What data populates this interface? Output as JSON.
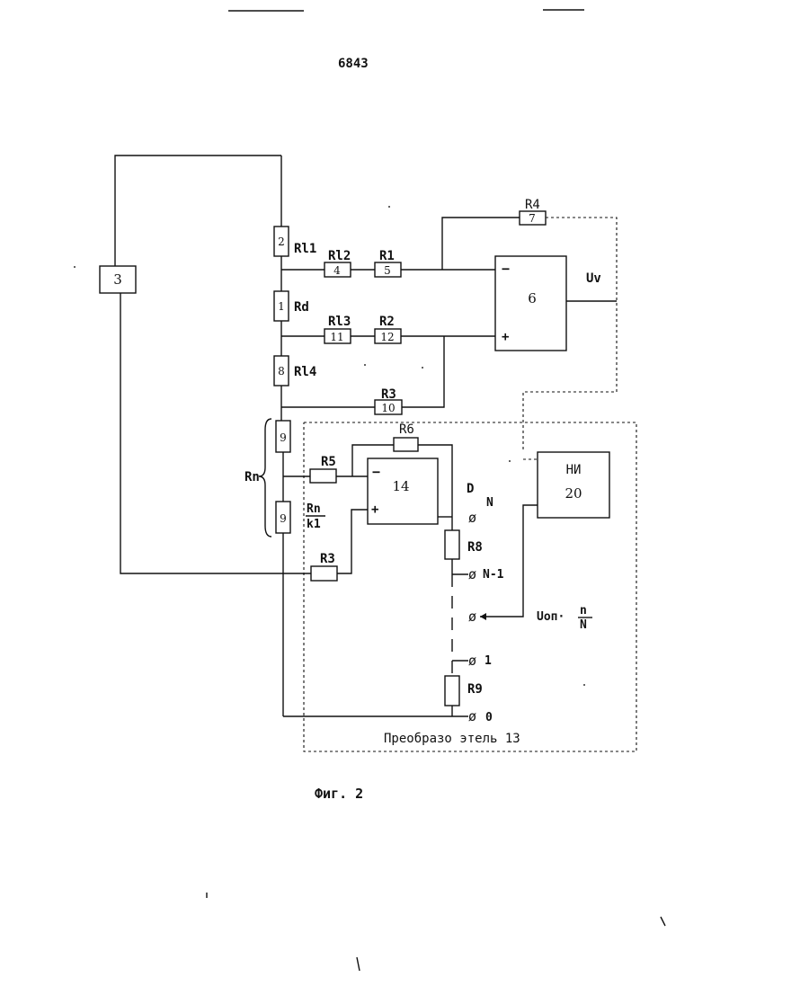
{
  "page": {
    "number": "6843"
  },
  "figure": {
    "caption": "Фиг. 2"
  },
  "blocks": {
    "b3": "3",
    "b6": "6",
    "b14": "14",
    "b20_top": "НИ",
    "b20_num": "20"
  },
  "resistors": {
    "r2": "2",
    "r1": "1",
    "r8": "8",
    "r4": "4",
    "r5": "5",
    "r11": "11",
    "r12": "12",
    "r10": "10",
    "r7": "7",
    "r9a": "9",
    "r9b": "9"
  },
  "labels": {
    "Rl1": "Rl1",
    "Rd": "Rd",
    "Rl4": "Rl4",
    "Rl2": "Rl2",
    "R1": "R1",
    "Rl3": "Rl3",
    "R2": "R2",
    "R3top": "R3",
    "R4": "R4",
    "Uv": "Uv",
    "Rn": "Rn",
    "Rn_frac_num": "Rn",
    "Rn_frac_den": "k1",
    "R5": "R5",
    "R6": "R6",
    "R3bottom": "R3",
    "R8": "R8",
    "R9": "R9",
    "D": "D",
    "minus": "−",
    "plus": "+",
    "minus14": "−",
    "plus14": "+"
  },
  "terminals": {
    "N": "N",
    "N1": "N-1",
    "one": "1",
    "zero": "0",
    "sym": "ø"
  },
  "reference": {
    "U": "Uоп·",
    "num": "n",
    "den": "N"
  },
  "converter": {
    "label": "Преобразо  этель 13"
  }
}
